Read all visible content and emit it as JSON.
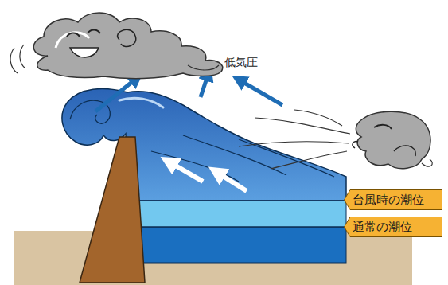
{
  "diagram": {
    "nodes": [
      {
        "text": [
          "台風時の潮位"
        ]
      },
      {
        "text": [
          "通常の潮位"
        ]
      }
    ],
    "labels": [
      "低気圧"
    ]
  }
}
